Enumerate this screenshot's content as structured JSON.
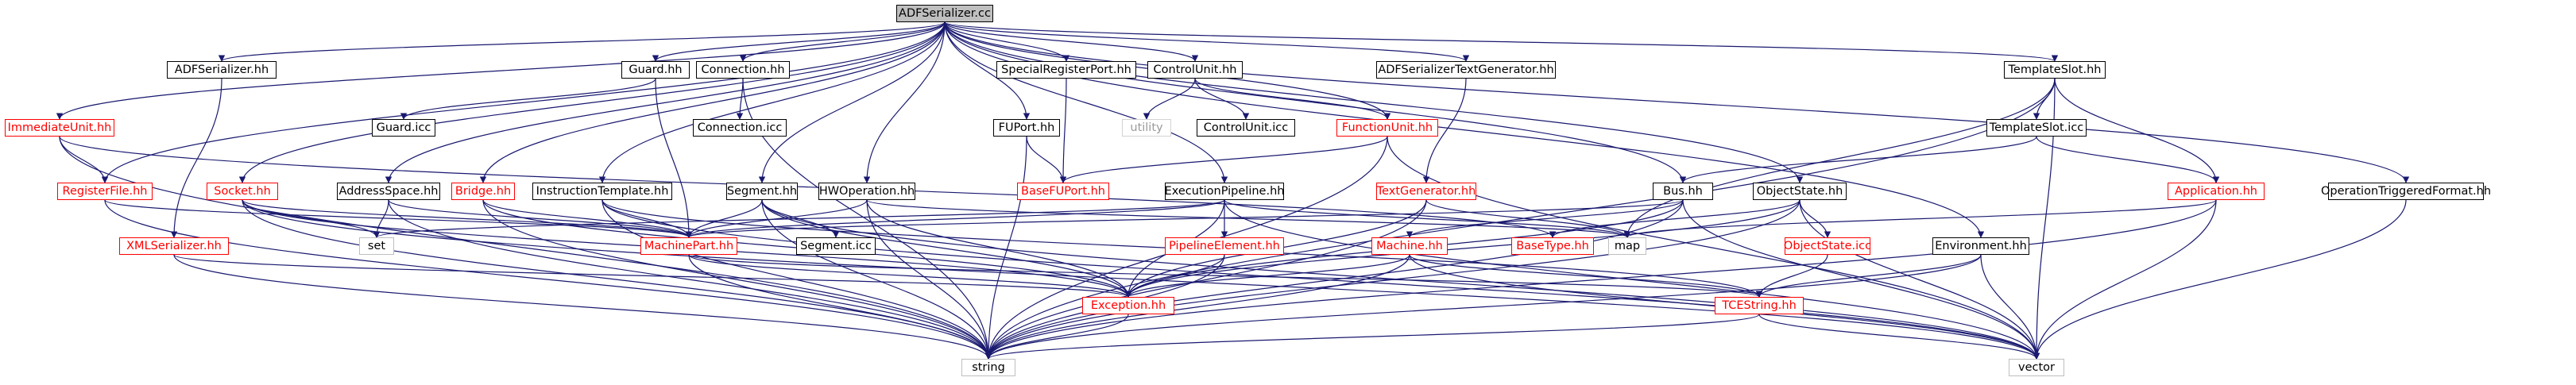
{
  "graph": {
    "edge_color": "#191970",
    "nodes": [
      {
        "id": "adfserializer_cc",
        "label": "ADFSerializer.cc",
        "style": "root"
      },
      {
        "id": "immediateunit_hh",
        "label": "ImmediateUnit.hh",
        "style": "red"
      },
      {
        "id": "adfserializer_hh",
        "label": "ADFSerializer.hh",
        "style": "black"
      },
      {
        "id": "guard_hh",
        "label": "Guard.hh",
        "style": "black"
      },
      {
        "id": "connection_hh",
        "label": "Connection.hh",
        "style": "black"
      },
      {
        "id": "specialregisterport_hh",
        "label": "SpecialRegisterPort.hh",
        "style": "black"
      },
      {
        "id": "controlunit_hh",
        "label": "ControlUnit.hh",
        "style": "black"
      },
      {
        "id": "adfserializertextgenerator_hh",
        "label": "ADFSerializerTextGenerator.hh",
        "style": "black"
      },
      {
        "id": "templateslot_hh",
        "label": "TemplateSlot.hh",
        "style": "black"
      },
      {
        "id": "guard_icc",
        "label": "Guard.icc",
        "style": "black"
      },
      {
        "id": "connection_icc",
        "label": "Connection.icc",
        "style": "black"
      },
      {
        "id": "fuport_hh",
        "label": "FUPort.hh",
        "style": "black"
      },
      {
        "id": "utility",
        "label": "utility",
        "style": "light"
      },
      {
        "id": "controlunit_icc",
        "label": "ControlUnit.icc",
        "style": "black"
      },
      {
        "id": "functionunit_hh",
        "label": "FunctionUnit.hh",
        "style": "red"
      },
      {
        "id": "templateslot_icc",
        "label": "TemplateSlot.icc",
        "style": "black"
      },
      {
        "id": "registerfile_hh",
        "label": "RegisterFile.hh",
        "style": "red"
      },
      {
        "id": "socket_hh",
        "label": "Socket.hh",
        "style": "red"
      },
      {
        "id": "addressspace_hh",
        "label": "AddressSpace.hh",
        "style": "black"
      },
      {
        "id": "bridge_hh",
        "label": "Bridge.hh",
        "style": "red"
      },
      {
        "id": "instructiontemplate_hh",
        "label": "InstructionTemplate.hh",
        "style": "black"
      },
      {
        "id": "segment_hh",
        "label": "Segment.hh",
        "style": "black"
      },
      {
        "id": "hwoperation_hh",
        "label": "HWOperation.hh",
        "style": "black"
      },
      {
        "id": "basefuport_hh",
        "label": "BaseFUPort.hh",
        "style": "red"
      },
      {
        "id": "executionpipeline_hh",
        "label": "ExecutionPipeline.hh",
        "style": "black"
      },
      {
        "id": "textgenerator_hh",
        "label": "TextGenerator.hh",
        "style": "red"
      },
      {
        "id": "bus_hh",
        "label": "Bus.hh",
        "style": "black"
      },
      {
        "id": "objectstate_hh",
        "label": "ObjectState.hh",
        "style": "black"
      },
      {
        "id": "application_hh",
        "label": "Application.hh",
        "style": "red"
      },
      {
        "id": "operationtriggeredformat_hh",
        "label": "OperationTriggeredFormat.hh",
        "style": "black"
      },
      {
        "id": "xmlserializer_hh",
        "label": "XMLSerializer.hh",
        "style": "red"
      },
      {
        "id": "set",
        "label": "set",
        "style": "grey"
      },
      {
        "id": "machinepart_hh",
        "label": "MachinePart.hh",
        "style": "red"
      },
      {
        "id": "segment_icc",
        "label": "Segment.icc",
        "style": "black"
      },
      {
        "id": "pipelineelement_hh",
        "label": "PipelineElement.hh",
        "style": "red"
      },
      {
        "id": "machine_hh",
        "label": "Machine.hh",
        "style": "red"
      },
      {
        "id": "basetype_hh",
        "label": "BaseType.hh",
        "style": "red"
      },
      {
        "id": "map",
        "label": "map",
        "style": "grey"
      },
      {
        "id": "objectstate_icc",
        "label": "ObjectState.icc",
        "style": "red"
      },
      {
        "id": "environment_hh",
        "label": "Environment.hh",
        "style": "black"
      },
      {
        "id": "exception_hh",
        "label": "Exception.hh",
        "style": "red"
      },
      {
        "id": "tcestring_hh",
        "label": "TCEString.hh",
        "style": "red"
      },
      {
        "id": "string",
        "label": "string",
        "style": "grey"
      },
      {
        "id": "vector",
        "label": "vector",
        "style": "grey"
      }
    ],
    "edges": [
      [
        "adfserializer_cc",
        "immediateunit_hh"
      ],
      [
        "adfserializer_cc",
        "adfserializer_hh"
      ],
      [
        "adfserializer_cc",
        "guard_hh"
      ],
      [
        "adfserializer_cc",
        "connection_hh"
      ],
      [
        "adfserializer_cc",
        "specialregisterport_hh"
      ],
      [
        "adfserializer_cc",
        "controlunit_hh"
      ],
      [
        "adfserializer_cc",
        "adfserializertextgenerator_hh"
      ],
      [
        "adfserializer_cc",
        "templateslot_hh"
      ],
      [
        "adfserializer_cc",
        "fuport_hh"
      ],
      [
        "adfserializer_cc",
        "functionunit_hh"
      ],
      [
        "adfserializer_cc",
        "registerfile_hh"
      ],
      [
        "adfserializer_cc",
        "socket_hh"
      ],
      [
        "adfserializer_cc",
        "addressspace_hh"
      ],
      [
        "adfserializer_cc",
        "bridge_hh"
      ],
      [
        "adfserializer_cc",
        "instructiontemplate_hh"
      ],
      [
        "adfserializer_cc",
        "segment_hh"
      ],
      [
        "adfserializer_cc",
        "hwoperation_hh"
      ],
      [
        "adfserializer_cc",
        "executionpipeline_hh"
      ],
      [
        "adfserializer_cc",
        "bus_hh"
      ],
      [
        "adfserializer_cc",
        "objectstate_hh"
      ],
      [
        "adfserializer_cc",
        "environment_hh"
      ],
      [
        "adfserializer_cc",
        "operationtriggeredformat_hh"
      ],
      [
        "immediateunit_hh",
        "registerfile_hh"
      ],
      [
        "immediateunit_hh",
        "basetype_hh"
      ],
      [
        "immediateunit_hh",
        "string"
      ],
      [
        "adfserializer_hh",
        "xmlserializer_hh"
      ],
      [
        "guard_hh",
        "guard_icc"
      ],
      [
        "guard_hh",
        "machinepart_hh"
      ],
      [
        "connection_hh",
        "connection_icc"
      ],
      [
        "connection_hh",
        "string"
      ],
      [
        "specialregisterport_hh",
        "basefuport_hh"
      ],
      [
        "controlunit_hh",
        "utility"
      ],
      [
        "controlunit_hh",
        "controlunit_icc"
      ],
      [
        "controlunit_hh",
        "functionunit_hh"
      ],
      [
        "adfserializertextgenerator_hh",
        "textgenerator_hh"
      ],
      [
        "templateslot_hh",
        "templateslot_icc"
      ],
      [
        "templateslot_hh",
        "application_hh"
      ],
      [
        "templateslot_hh",
        "map"
      ],
      [
        "templateslot_hh",
        "string"
      ],
      [
        "templateslot_hh",
        "vector"
      ],
      [
        "templateslot_icc",
        "bus_hh"
      ],
      [
        "templateslot_icc",
        "application_hh"
      ],
      [
        "fuport_hh",
        "basefuport_hh"
      ],
      [
        "fuport_hh",
        "string"
      ],
      [
        "functionunit_hh",
        "basefuport_hh"
      ],
      [
        "functionunit_hh",
        "string"
      ],
      [
        "functionunit_hh",
        "vector"
      ],
      [
        "registerfile_hh",
        "machinepart_hh"
      ],
      [
        "registerfile_hh",
        "string"
      ],
      [
        "socket_hh",
        "set"
      ],
      [
        "socket_hh",
        "machinepart_hh"
      ],
      [
        "socket_hh",
        "string"
      ],
      [
        "socket_hh",
        "vector"
      ],
      [
        "socket_hh",
        "exception_hh"
      ],
      [
        "addressspace_hh",
        "set"
      ],
      [
        "addressspace_hh",
        "machinepart_hh"
      ],
      [
        "addressspace_hh",
        "string"
      ],
      [
        "bridge_hh",
        "machinepart_hh"
      ],
      [
        "bridge_hh",
        "exception_hh"
      ],
      [
        "bridge_hh",
        "string"
      ],
      [
        "instructiontemplate_hh",
        "machinepart_hh"
      ],
      [
        "instructiontemplate_hh",
        "string"
      ],
      [
        "instructiontemplate_hh",
        "vector"
      ],
      [
        "instructiontemplate_hh",
        "tcestring_hh"
      ],
      [
        "segment_hh",
        "segment_icc"
      ],
      [
        "segment_hh",
        "machinepart_hh"
      ],
      [
        "segment_hh",
        "string"
      ],
      [
        "segment_hh",
        "exception_hh"
      ],
      [
        "segment_hh",
        "vector"
      ],
      [
        "hwoperation_hh",
        "machinepart_hh"
      ],
      [
        "hwoperation_hh",
        "string"
      ],
      [
        "hwoperation_hh",
        "map"
      ],
      [
        "hwoperation_hh",
        "exception_hh"
      ],
      [
        "executionpipeline_hh",
        "pipelineelement_hh"
      ],
      [
        "executionpipeline_hh",
        "machinepart_hh"
      ],
      [
        "executionpipeline_hh",
        "set"
      ],
      [
        "executionpipeline_hh",
        "exception_hh"
      ],
      [
        "executionpipeline_hh",
        "map"
      ],
      [
        "executionpipeline_hh",
        "vector"
      ],
      [
        "textgenerator_hh",
        "map"
      ],
      [
        "textgenerator_hh",
        "string"
      ],
      [
        "textgenerator_hh",
        "exception_hh"
      ],
      [
        "bus_hh",
        "machinepart_hh"
      ],
      [
        "bus_hh",
        "machine_hh"
      ],
      [
        "bus_hh",
        "exception_hh"
      ],
      [
        "bus_hh",
        "string"
      ],
      [
        "bus_hh",
        "vector"
      ],
      [
        "objectstate_hh",
        "objectstate_icc"
      ],
      [
        "objectstate_hh",
        "exception_hh"
      ],
      [
        "objectstate_hh",
        "string"
      ],
      [
        "objectstate_hh",
        "vector"
      ],
      [
        "objectstate_hh",
        "basetype_hh"
      ],
      [
        "application_hh",
        "map"
      ],
      [
        "application_hh",
        "string"
      ],
      [
        "application_hh",
        "vector"
      ],
      [
        "operationtriggeredformat_hh",
        "vector"
      ],
      [
        "xmlserializer_hh",
        "exception_hh"
      ],
      [
        "xmlserializer_hh",
        "string"
      ],
      [
        "machinepart_hh",
        "exception_hh"
      ],
      [
        "machinepart_hh",
        "string"
      ],
      [
        "machinepart_hh",
        "tcestring_hh"
      ],
      [
        "pipelineelement_hh",
        "exception_hh"
      ],
      [
        "pipelineelement_hh",
        "string"
      ],
      [
        "machine_hh",
        "exception_hh"
      ],
      [
        "machine_hh",
        "string"
      ],
      [
        "machine_hh",
        "vector"
      ],
      [
        "machine_hh",
        "tcestring_hh"
      ],
      [
        "objectstate_icc",
        "tcestring_hh"
      ],
      [
        "environment_hh",
        "tcestring_hh"
      ],
      [
        "environment_hh",
        "string"
      ],
      [
        "environment_hh",
        "vector"
      ],
      [
        "exception_hh",
        "string"
      ],
      [
        "tcestring_hh",
        "string"
      ],
      [
        "tcestring_hh",
        "vector"
      ]
    ]
  }
}
